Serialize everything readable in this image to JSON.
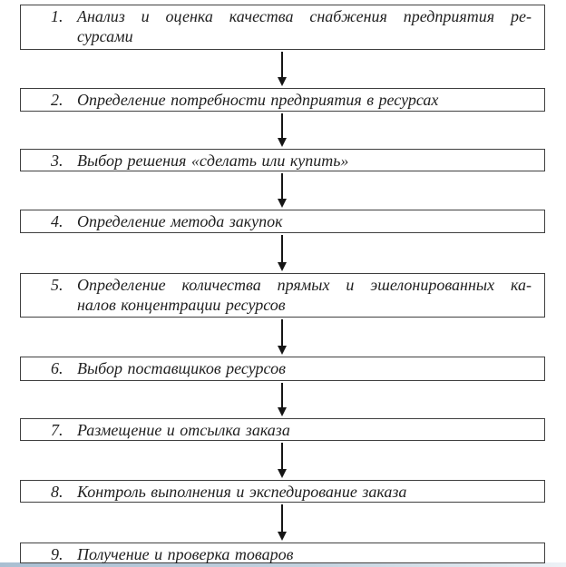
{
  "diagram": {
    "kind": "vertical-flowchart",
    "language": "ru",
    "colors": {
      "background": "#ffffff",
      "box_border": "#3f3f3f",
      "text": "#1f1f1f",
      "arrow": "#161616",
      "page_edge_strip": "#a9bfd2"
    },
    "steps": [
      {
        "number": "1.",
        "text": "Анализ и оценка качества снабжения предприятия ресурсами",
        "lines": [
          "Анализ и оценка качества снабжения предприятия ре-",
          "сурсами"
        ]
      },
      {
        "number": "2.",
        "text": "Определение потребности предприятия в ресурсах",
        "lines": [
          "Определение потребности предприятия в ресурсах"
        ]
      },
      {
        "number": "3.",
        "text": "Выбор решения «сделать или купить»",
        "lines": [
          "Выбор решения «сделать или купить»"
        ]
      },
      {
        "number": "4.",
        "text": "Определение метода закупок",
        "lines": [
          "Определение метода закупок"
        ]
      },
      {
        "number": "5.",
        "text": "Определение количества прямых и эшелонированных каналов концентрации ресурсов",
        "lines": [
          "Определение количества прямых и эшелонированных ка-",
          "налов концентрации ресурсов"
        ]
      },
      {
        "number": "6.",
        "text": "Выбор поставщиков ресурсов",
        "lines": [
          "Выбор поставщиков ресурсов"
        ]
      },
      {
        "number": "7.",
        "text": "Размещение и отсылка заказа",
        "lines": [
          "Размещение и отсылка заказа"
        ]
      },
      {
        "number": "8.",
        "text": "Контроль выполнения и экспедирование заказа",
        "lines": [
          "Контроль выполнения и экспедирование заказа"
        ]
      },
      {
        "number": "9.",
        "text": "Получение и проверка товаров",
        "lines": [
          "Получение и проверка товаров"
        ]
      }
    ]
  }
}
